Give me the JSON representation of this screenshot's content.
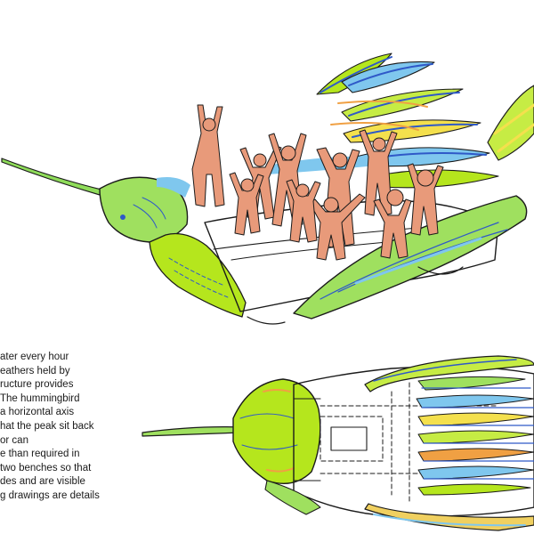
{
  "caption": {
    "lines": [
      "ater every hour",
      "eathers held by",
      "ructure provides",
      "The hummingbird",
      "a horizontal axis",
      "hat the peak sit back",
      "or can",
      "e than required in",
      "two benches so that",
      "des and are visible",
      "g drawings are details"
    ]
  },
  "colors": {
    "ink": "#1b1b1b",
    "green": "#7ed957",
    "lime": "#b5e61d",
    "blue": "#2f59c8",
    "lightblue": "#7fc7ee",
    "yellow": "#f4e04d",
    "orange": "#f0a043",
    "figure": "#e89a7a"
  }
}
